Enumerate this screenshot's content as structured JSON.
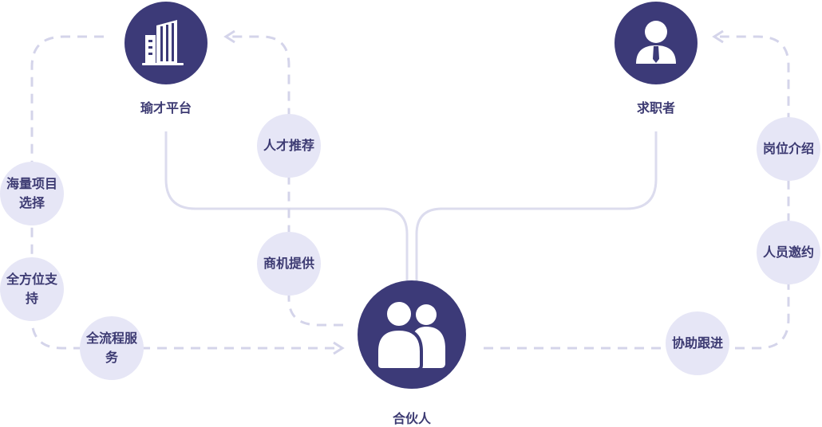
{
  "nodes": {
    "platform": {
      "label": "瑜才平台",
      "icon": "building-icon"
    },
    "job_seeker": {
      "label": "求职者",
      "icon": "person-tie-icon"
    },
    "partner": {
      "label": "合伙人",
      "icon": "users-icon"
    }
  },
  "badges": {
    "talent_recommend": "人才推荐",
    "business_provide": "商机提供",
    "massive_projects": "海量项目选择",
    "full_support": "全方位支持",
    "full_service": "全流程服务",
    "position_intro": "岗位介绍",
    "staff_invite": "人员邀约",
    "assist_follow": "协助跟进"
  },
  "colors": {
    "primary": "#3c3a78",
    "badge_bg": "#e6e6f6",
    "line_solid": "#dcdcee",
    "line_dashed": "#d4d4ea",
    "text": "#3c3a72"
  }
}
